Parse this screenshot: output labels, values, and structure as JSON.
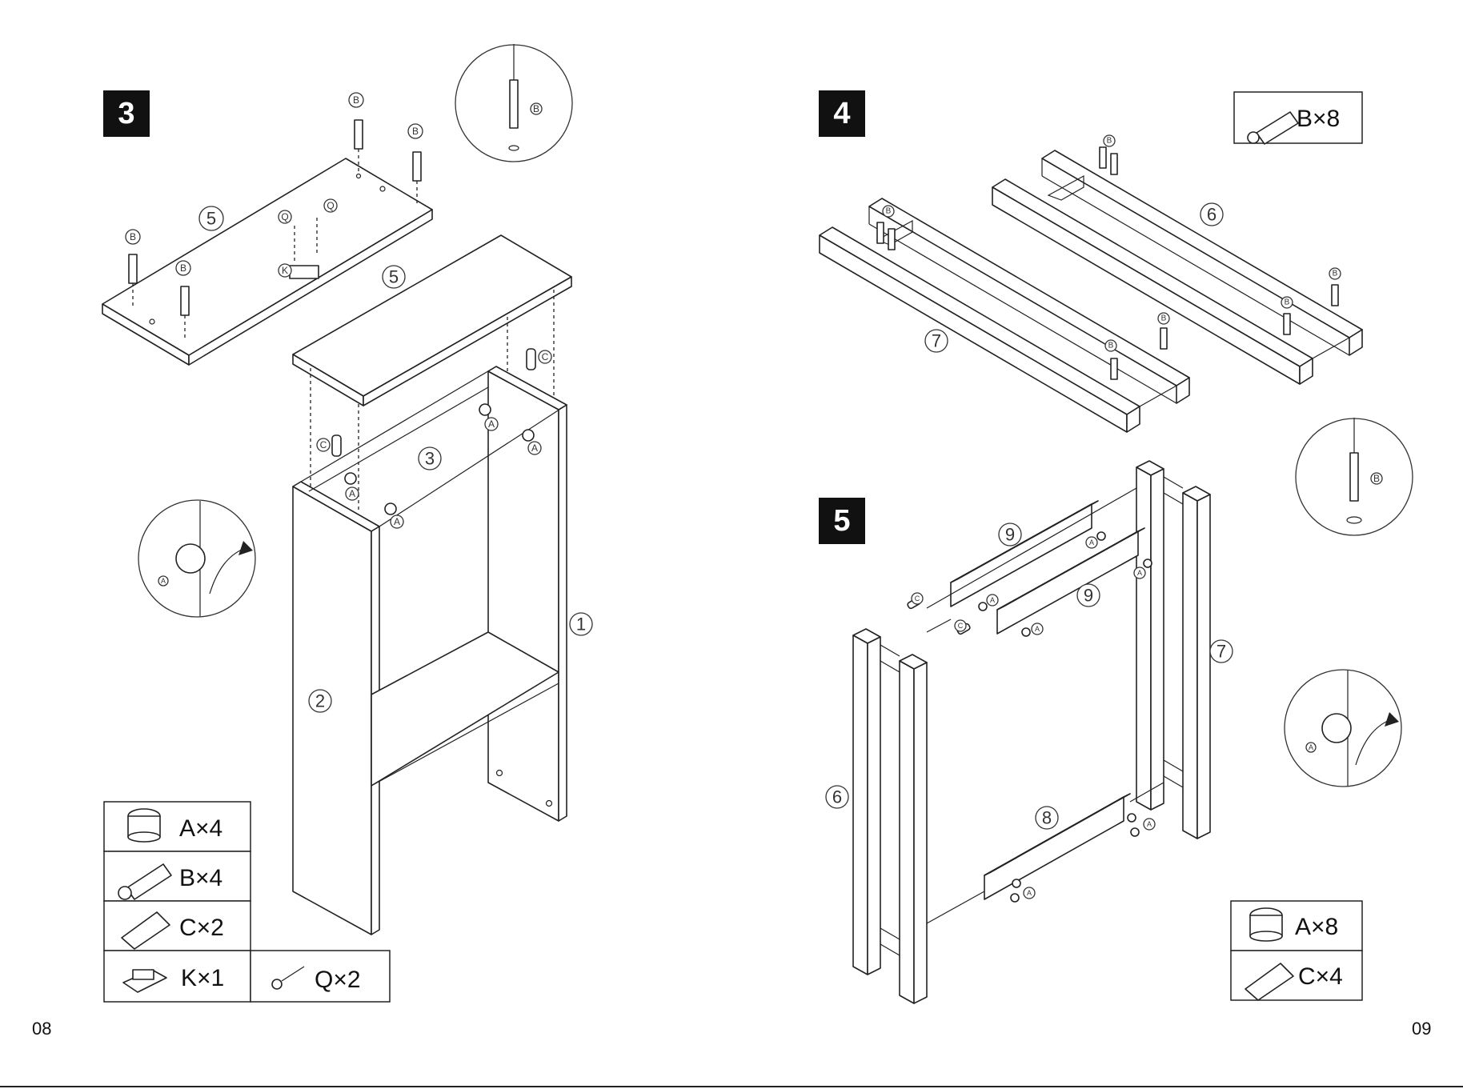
{
  "steps": {
    "step3": "3",
    "step4": "4",
    "step5": "5"
  },
  "parts": {
    "p1": "1",
    "p2": "2",
    "p3": "3",
    "p5": "5",
    "p6": "6",
    "p7": "7",
    "p8": "8",
    "p9": "9"
  },
  "hardware_letters": {
    "A": "A",
    "B": "B",
    "C": "C",
    "K": "K",
    "Q": "Q"
  },
  "step3_parts_table": [
    {
      "part": "A",
      "label": "A×4"
    },
    {
      "part": "B",
      "label": "B×4"
    },
    {
      "part": "C",
      "label": "C×2"
    },
    {
      "part": "K",
      "label": "K×1"
    },
    {
      "part": "Q",
      "label": "Q×2"
    }
  ],
  "step4_parts_table": [
    {
      "part": "B",
      "label": "B×8"
    }
  ],
  "step5_parts_table": [
    {
      "part": "A",
      "label": "A×8"
    },
    {
      "part": "C",
      "label": "C×4"
    }
  ],
  "page_numbers": {
    "left": "08",
    "right": "09"
  }
}
